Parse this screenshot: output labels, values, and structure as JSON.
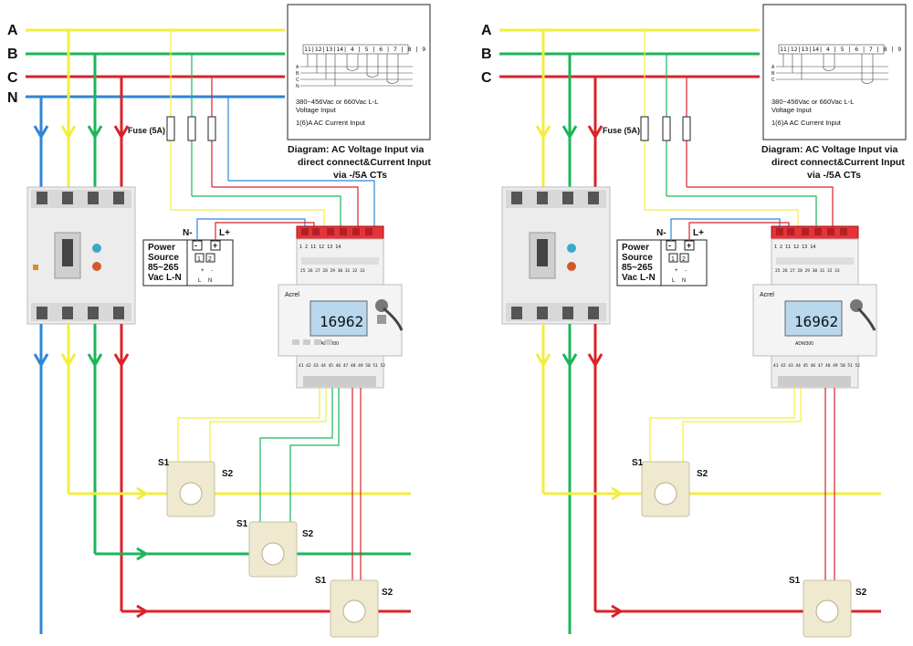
{
  "phases": [
    "A",
    "B",
    "C",
    "N"
  ],
  "colors": {
    "phase_a": "#f2ee3f",
    "phase_b": "#1db55a",
    "phase_c": "#d8232a",
    "neutral": "#2e86d6",
    "lcd": "#b9d8ee",
    "terminal_red": "#e3343b"
  },
  "labels": {
    "fuse": "Fuse (5A)",
    "power_source": [
      "Power",
      "Source",
      "85~265",
      "Vac L-N"
    ],
    "n_minus": "N-",
    "l_plus": "L+",
    "minus_sign": "-",
    "plus_sign": "+",
    "ps_terminals": [
      "1",
      "2"
    ],
    "ps_sub": [
      "L",
      "N"
    ],
    "ps_pm": [
      "+",
      "-"
    ],
    "diagram_caption": [
      "Diagram: AC Voltage Input via",
      "direct connect&Current Input",
      "via -/5A CTs"
    ],
    "inset_terminals": [
      "11",
      "12",
      "13",
      "14",
      "4",
      "5",
      "6",
      "7",
      "8",
      "9"
    ],
    "inset_phases": [
      "A",
      "B",
      "C",
      "N"
    ],
    "inset_voltage": [
      "380~456Vac or 660Vac L-L",
      "Voltage Input"
    ],
    "inset_current": "1(6)A AC Current Input",
    "ct_s1": "S1",
    "ct_s2": "S2",
    "meter_brand": "Acrel",
    "meter_model": "ADW300",
    "meter_reading": "16962",
    "meter_top_terminals": [
      "1",
      "2",
      "11",
      "12",
      "13",
      "14"
    ],
    "meter_mid_terminals": [
      "25",
      "26",
      "27",
      "28",
      "29",
      "30",
      "31",
      "32",
      "33"
    ],
    "meter_bot_terminals": [
      "41",
      "42",
      "43",
      "44",
      "45",
      "46",
      "47",
      "48",
      "49",
      "50",
      "51",
      "52"
    ]
  }
}
